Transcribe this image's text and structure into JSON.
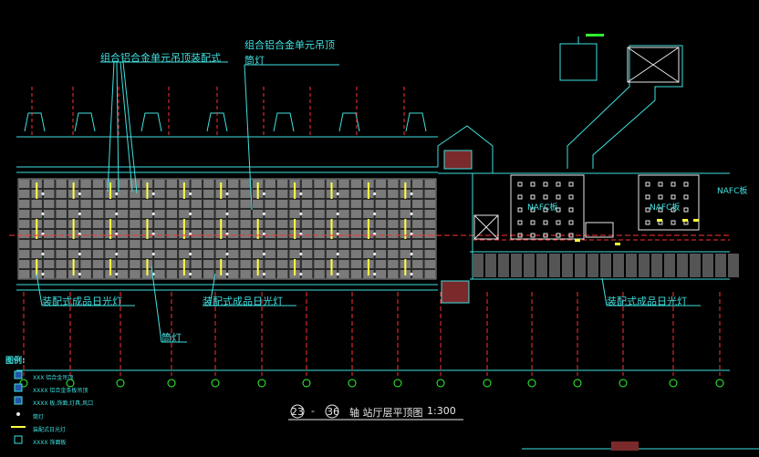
{
  "drawing": {
    "annotations": {
      "top_left": "组合铝合金单元吊顶装配式",
      "top_center_line1": "组合铝合金单元吊顶",
      "top_center_line2": "筒灯",
      "bottom_left": "装配式成品日光灯",
      "bottom_center": "装配式成品日光灯",
      "bottom_center_sub": "筒灯",
      "bottom_right": "装配式成品日光灯",
      "room_left": "NAFC板",
      "room_mid": "NAFC板",
      "room_right": "NAFC板"
    },
    "title": {
      "axis_from": "23",
      "dash": "-",
      "axis_to": "36",
      "text": "轴  站厅层平顶图",
      "scale": "1:300"
    },
    "legend": {
      "heading": "图例:",
      "items": [
        "XXX 铝合金吊顶",
        "XXXX 铝合金条板吊顶",
        "XXXX 板,饰面,灯具,风口",
        "筒灯",
        "装配式日光灯",
        "XXXX 饰面板"
      ]
    },
    "colors": {
      "background": "#000000",
      "cyan": "#40e0e0",
      "yellow": "#ffff40",
      "red": "#ff3030",
      "green": "#30ff30",
      "white": "#e8e8e8",
      "panel_grey": "#7a7a7a"
    }
  }
}
